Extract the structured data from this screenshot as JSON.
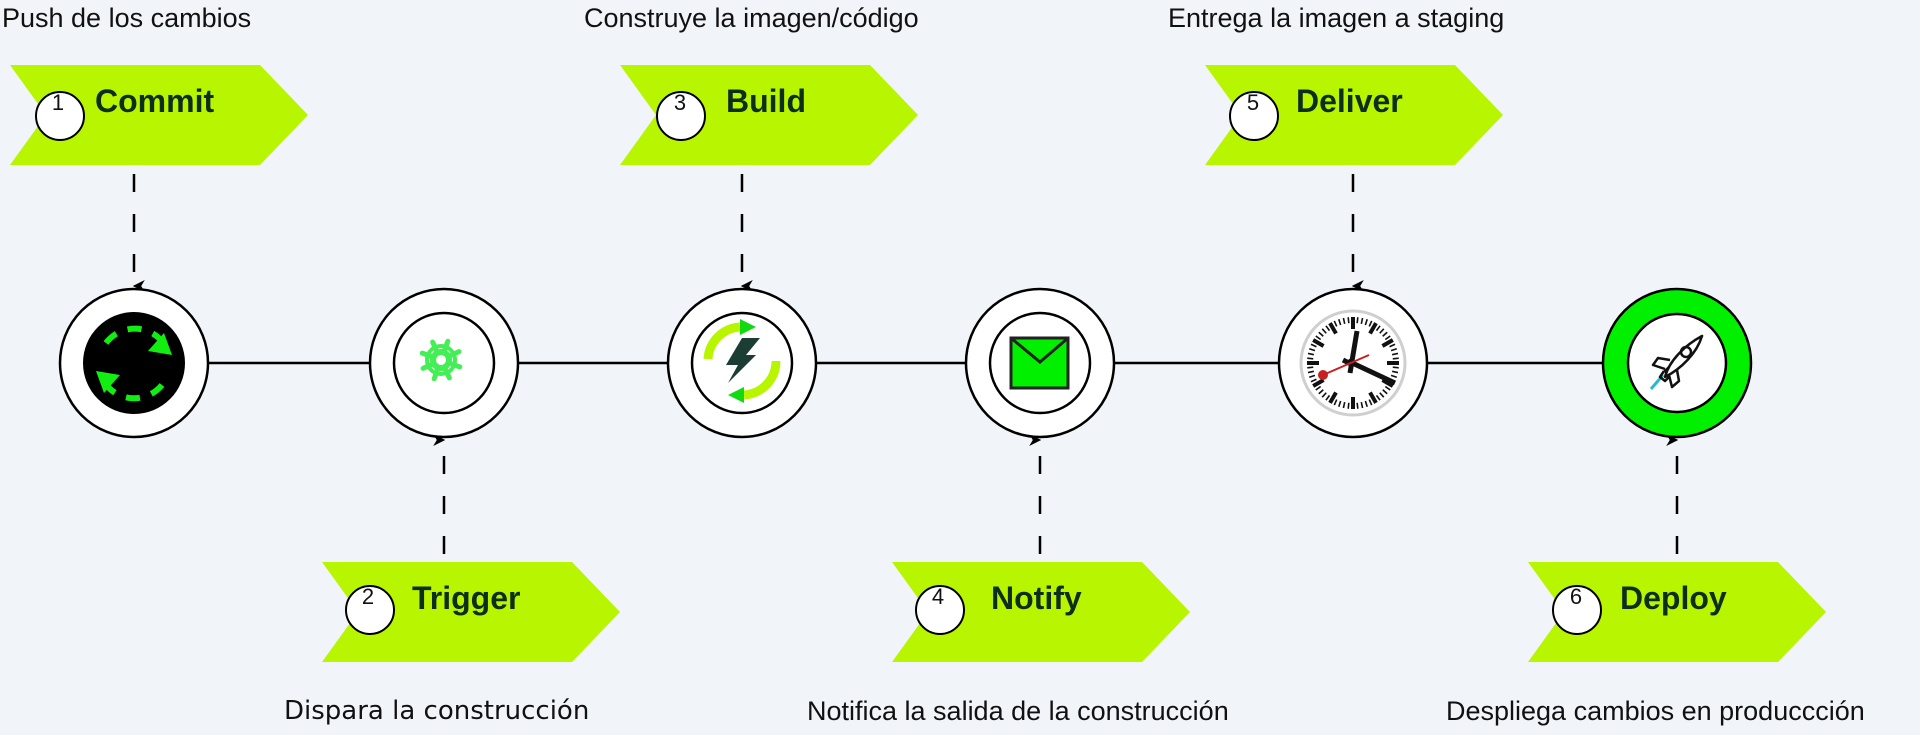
{
  "diagram": {
    "title": "CI/CD pipeline",
    "colors": {
      "background": "#f1f4f9",
      "tag_fill": "#b8f500",
      "tag_text": "#0d2e1c",
      "accent_green": "#00f000",
      "line": "#000000"
    },
    "steps": [
      {
        "number": "1",
        "label": "Commit",
        "description": "Push de los cambios",
        "position": "top",
        "icon": "sync-arrows-icon"
      },
      {
        "number": "2",
        "label": "Trigger",
        "description": "Dispara la construcción",
        "position": "bottom",
        "icon": "gear-icon"
      },
      {
        "number": "3",
        "label": "Build",
        "description": "Construye la imagen/código",
        "position": "top",
        "icon": "lightning-refresh-icon"
      },
      {
        "number": "4",
        "label": "Notify",
        "description": "Notifica la salida de la construcción",
        "position": "bottom",
        "icon": "envelope-icon"
      },
      {
        "number": "5",
        "label": "Deliver",
        "description": "Entrega la imagen a staging",
        "position": "top",
        "icon": "clock-icon"
      },
      {
        "number": "6",
        "label": "Deploy",
        "description": "Despliega cambios en produccción",
        "position": "bottom",
        "icon": "rocket-icon"
      }
    ]
  }
}
